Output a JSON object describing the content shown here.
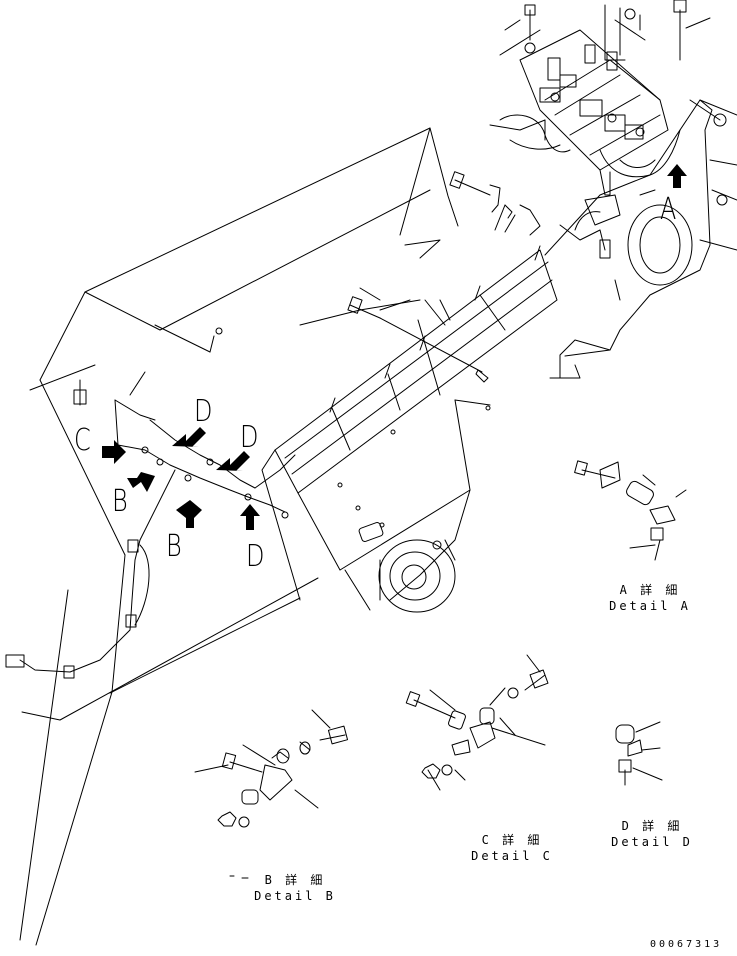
{
  "diagram": {
    "view_labels": {
      "a": "A",
      "b1": "B",
      "b2": "B",
      "c": "C",
      "d1": "D",
      "d2": "D",
      "d3": "D"
    },
    "details": {
      "a": {
        "jp": "A 詳 細",
        "en": "Detail A"
      },
      "b": {
        "jp": "B 詳 細",
        "en": "Detail B"
      },
      "c": {
        "jp": "C 詳 細",
        "en": "Detail C"
      },
      "d": {
        "jp": "D 詳 細",
        "en": "Detail D"
      }
    },
    "drawing_number": "00067313"
  }
}
